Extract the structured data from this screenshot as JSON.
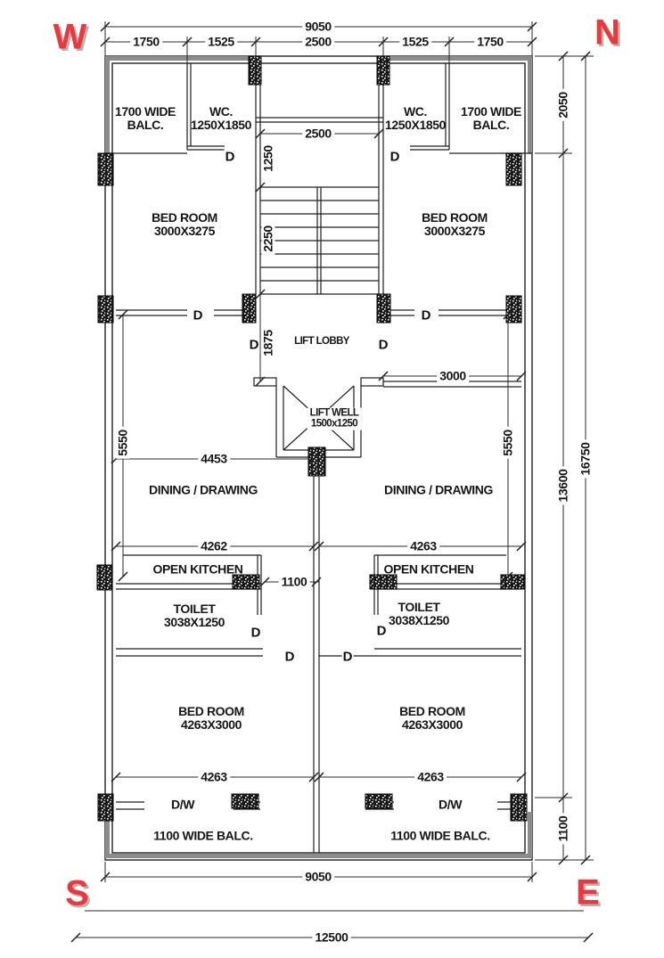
{
  "compass": {
    "west": "W",
    "north": "N",
    "south": "S",
    "east": "E"
  },
  "colors": {
    "compass_red": "#e83a3e",
    "line": "#1f1f1f",
    "wall_gray": "#8c8c8c"
  },
  "door_marker": "D",
  "dimensions": {
    "top_total": "9050",
    "top_segments": [
      "1750",
      "1525",
      "2500",
      "1525",
      "1750"
    ],
    "stair_width": "2500",
    "stair_landing_depth": "1250",
    "stair_run": "2250",
    "lift_lobby_depth": "1875",
    "balcony_top_depth": "2050",
    "body_height": "13600",
    "total_height": "16750",
    "dining_left_width": "4453",
    "dining_right_width": "3000",
    "dining_height_left": "5550",
    "dining_height_right": "5550",
    "unit_left_width": "4262",
    "unit_right_width": "4263",
    "kitchen_passage": "1100",
    "bedroom_left_width": "4263",
    "bedroom_right_width": "4263",
    "balcony_bottom_depth": "1100",
    "bottom_total": "9050",
    "site_width": "12500"
  },
  "rooms": {
    "balc_top_left": {
      "l1": "1700 WIDE",
      "l2": "BALC."
    },
    "wc_left": {
      "l1": "WC.",
      "l2": "1250X1850"
    },
    "wc_right": {
      "l1": "WC.",
      "l2": "1250X1850"
    },
    "balc_top_right": {
      "l1": "1700 WIDE",
      "l2": "BALC."
    },
    "bed_top_left": {
      "l1": "BED ROOM",
      "l2": "3000X3275"
    },
    "bed_top_right": {
      "l1": "BED ROOM",
      "l2": "3000X3275"
    },
    "lift_lobby": "LIFT LOBBY",
    "lift_well": {
      "l1": "LIFT WELL",
      "l2": "1500x1250"
    },
    "dining_left": "DINING / DRAWING",
    "dining_right": "DINING / DRAWING",
    "kitchen_left": "OPEN KITCHEN",
    "kitchen_right": "OPEN KITCHEN",
    "toilet_left": {
      "l1": "TOILET",
      "l2": "3038X1250"
    },
    "toilet_right": {
      "l1": "TOILET",
      "l2": "3038X1250"
    },
    "bed_bottom_left": {
      "l1": "BED ROOM",
      "l2": "4263X3000"
    },
    "bed_bottom_right": {
      "l1": "BED ROOM",
      "l2": "4263X3000"
    },
    "dw_left": "D/W",
    "dw_right": "D/W",
    "balc_bottom_left": "1100 WIDE BALC.",
    "balc_bottom_right": "1100 WIDE BALC."
  }
}
